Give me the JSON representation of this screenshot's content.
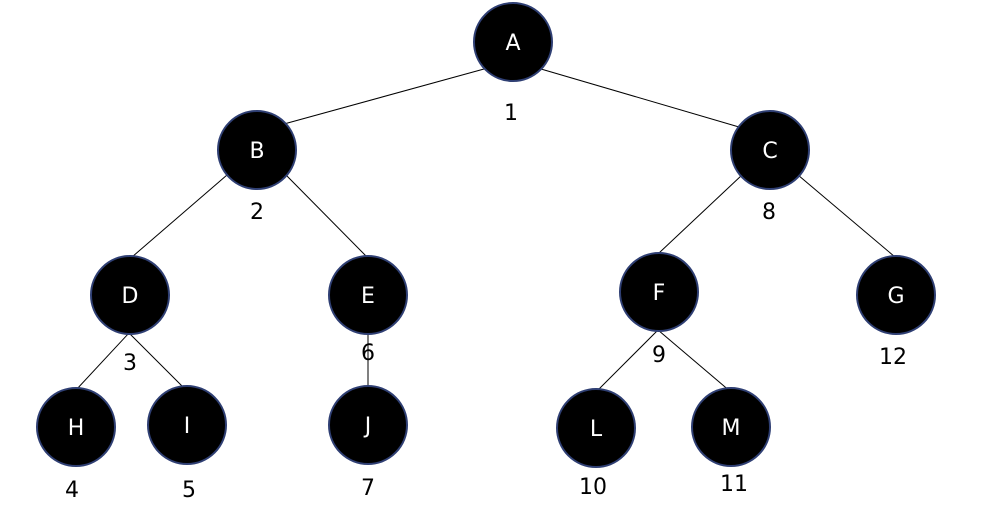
{
  "tree": {
    "nodes": [
      {
        "id": "A",
        "label": "A",
        "order": "1"
      },
      {
        "id": "B",
        "label": "B",
        "order": "2"
      },
      {
        "id": "C",
        "label": "C",
        "order": "8"
      },
      {
        "id": "D",
        "label": "D",
        "order": "3"
      },
      {
        "id": "E",
        "label": "E",
        "order": "6"
      },
      {
        "id": "F",
        "label": "F",
        "order": "9"
      },
      {
        "id": "G",
        "label": "G",
        "order": "12"
      },
      {
        "id": "H",
        "label": "H",
        "order": "4"
      },
      {
        "id": "I",
        "label": "I",
        "order": "5"
      },
      {
        "id": "J",
        "label": "J",
        "order": "7"
      },
      {
        "id": "L",
        "label": "L",
        "order": "10"
      },
      {
        "id": "M",
        "label": "M",
        "order": "11"
      }
    ],
    "edges": [
      {
        "from": "A",
        "to": "B"
      },
      {
        "from": "A",
        "to": "C"
      },
      {
        "from": "B",
        "to": "D"
      },
      {
        "from": "B",
        "to": "E"
      },
      {
        "from": "C",
        "to": "F"
      },
      {
        "from": "C",
        "to": "G"
      },
      {
        "from": "D",
        "to": "H"
      },
      {
        "from": "D",
        "to": "I"
      },
      {
        "from": "E",
        "to": "J"
      },
      {
        "from": "F",
        "to": "L"
      },
      {
        "from": "F",
        "to": "M"
      }
    ]
  }
}
